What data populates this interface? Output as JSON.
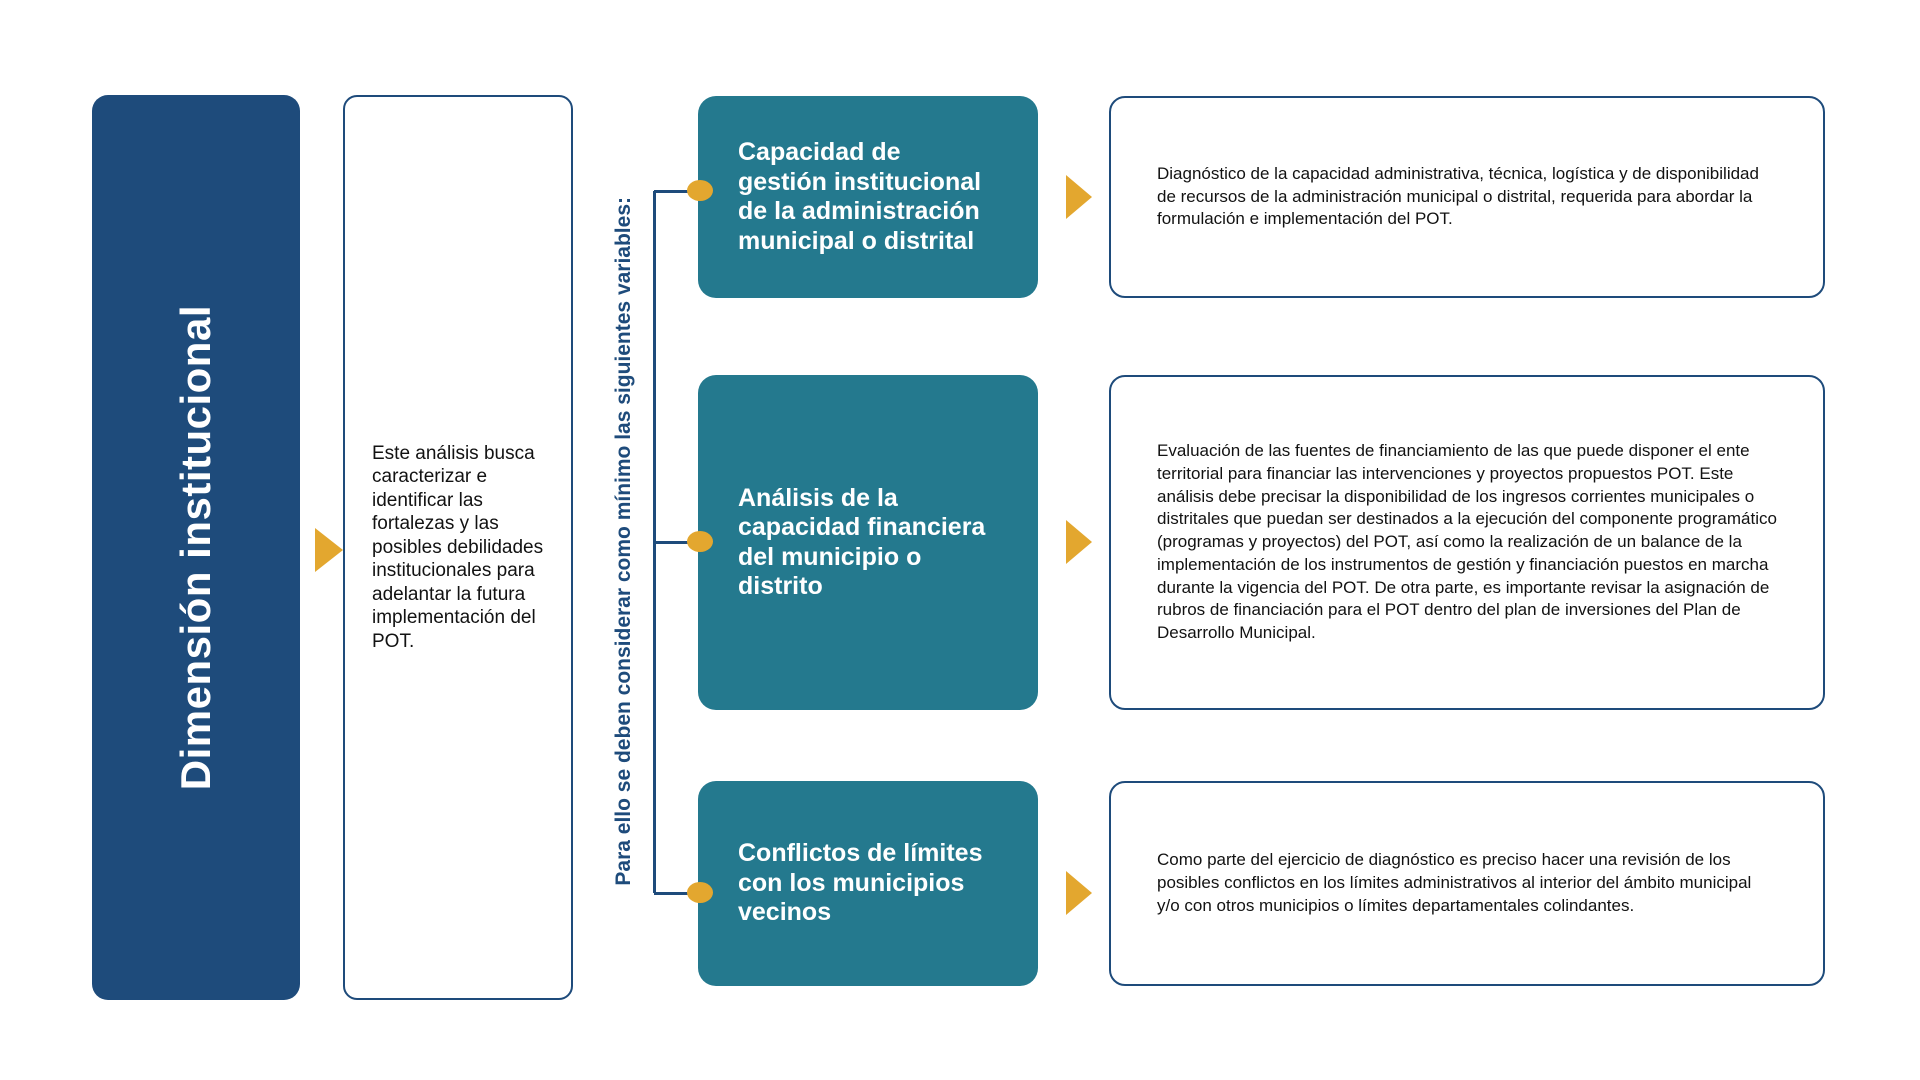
{
  "diagram": {
    "title": "Dimensión institucional",
    "intro": "Este análisis busca caracterizar e identificar las fortalezas y las posibles debilidades institucionales para adelantar la futura implementación del POT.",
    "variables_label": "Para ello se deben considerar como mínimo las siguientes variables:",
    "rows": [
      {
        "variable": "Capacidad de\ngestión institucional\nde la administración\nmunicipal o distrital",
        "description": "Diagnóstico de la capacidad administrativa, técnica, logística y de disponibilidad de recursos de la administración municipal o distrital, requerida para abordar la formulación e implementación del POT."
      },
      {
        "variable": "Análisis de la\ncapacidad financiera\ndel municipio o\ndistrito",
        "description": "Evaluación de las fuentes de financiamiento de las que puede disponer el ente territorial para financiar las intervenciones y proyectos propuestos POT. Este análisis debe precisar la disponibilidad de los ingresos corrientes  municipales o distritales que puedan ser destinados a la ejecución del componente programático (programas y proyectos) del POT, así como la realización de un balance de la implementación de los instrumentos de gestión y financiación puestos en marcha durante la vigencia del POT. De otra parte, es importante revisar la asignación de rubros de financiación para el POT dentro del plan de inversiones del Plan de Desarrollo Municipal."
      },
      {
        "variable": "Conflictos de límites\ncon los municipios\nvecinos",
        "description": "Como parte del ejercicio de diagnóstico es preciso hacer una revisión de los posibles conflictos en los límites administrativos al interior del ámbito municipal y/o con otros municipios o límites departamentales colindantes."
      }
    ],
    "colors": {
      "navy": "#1E4B7B",
      "teal": "#24798E",
      "gold": "#E3A72F"
    }
  }
}
